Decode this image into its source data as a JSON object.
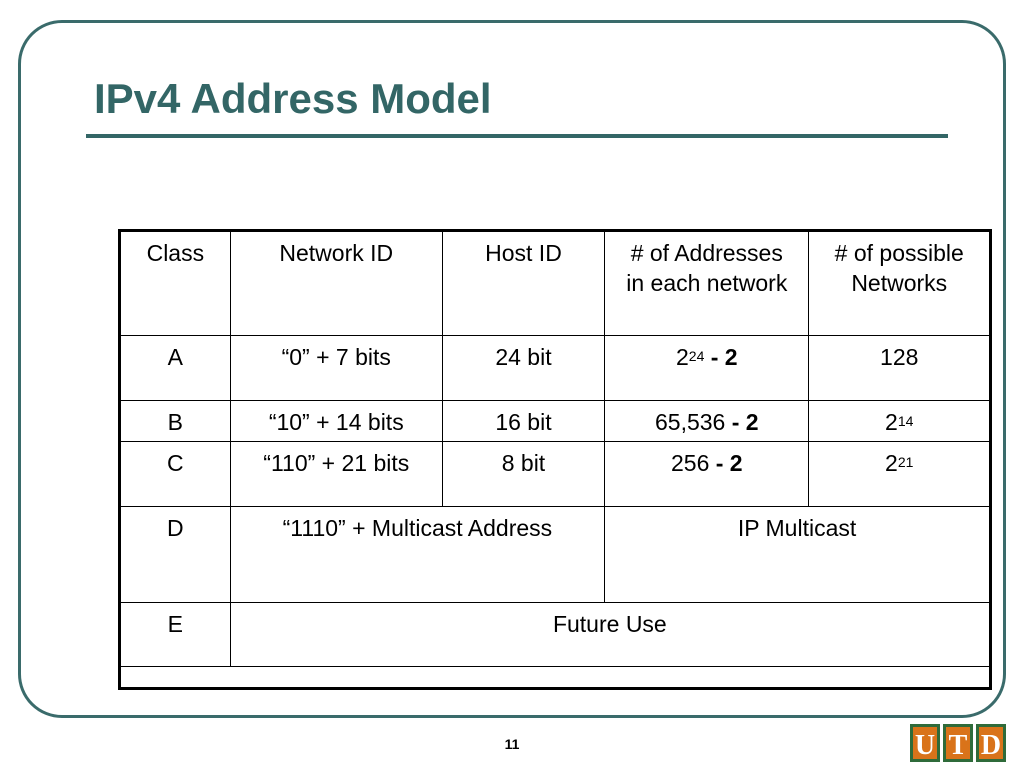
{
  "slide": {
    "title": "IPv4 Address Model",
    "page_number": "11"
  },
  "table": {
    "headers": {
      "class": "Class",
      "network_id": "Network ID",
      "host_id": "Host ID",
      "addresses_line1": "# of Addresses",
      "addresses_line2": "in each network",
      "networks_line1": "# of possible",
      "networks_line2": "Networks"
    },
    "rows": {
      "a": {
        "class": "A",
        "network_id": "“0” + 7 bits",
        "host_id": "24 bit",
        "addresses_base": "2",
        "addresses_exp": "24",
        "addresses_minus": " - 2",
        "networks": "128"
      },
      "b": {
        "class": "B",
        "network_id": "“10” + 14 bits",
        "host_id": "16 bit",
        "addresses_value": "65,536",
        "addresses_minus": " - 2",
        "networks_base": "2",
        "networks_exp": "14"
      },
      "c": {
        "class": "C",
        "network_id": "“110” + 21 bits",
        "host_id": "8 bit",
        "addresses_value": "256",
        "addresses_minus": " - 2",
        "networks_base": "2",
        "networks_exp": "21"
      },
      "d": {
        "class": "D",
        "address": "“1110” + Multicast Address",
        "use": "IP Multicast"
      },
      "e": {
        "class": "E",
        "use": "Future Use"
      }
    }
  },
  "logo": {
    "letters": [
      "U",
      "T",
      "D"
    ],
    "fill_color": "#d9731a",
    "border_color": "#2f6b3a"
  },
  "theme": {
    "title_color": "#336666"
  }
}
